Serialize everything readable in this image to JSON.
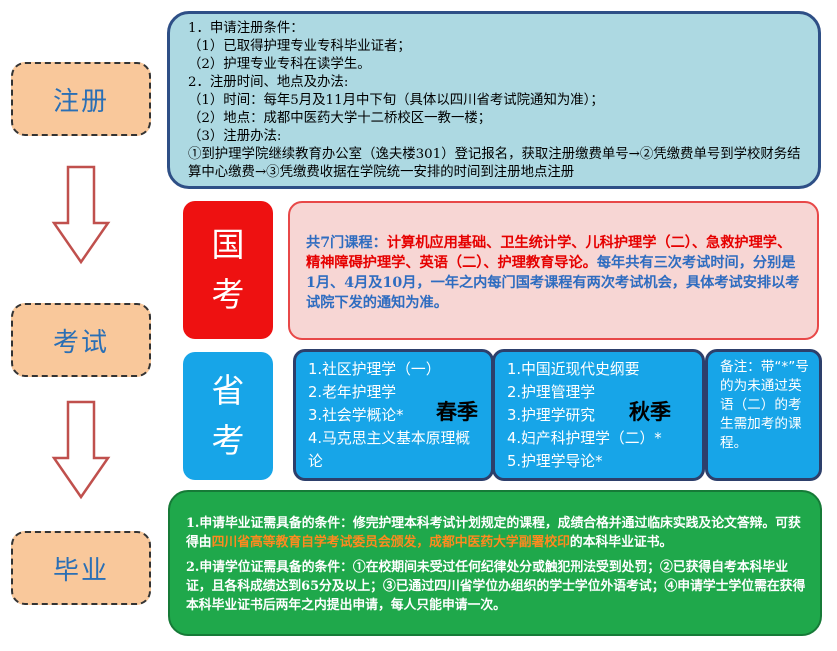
{
  "stages": {
    "registration": "注册",
    "exam": "考试",
    "graduation": "毕业"
  },
  "registration": {
    "lines": [
      "1．申请注册条件：",
      "（1）已取得护理专业专科毕业证者；",
      "（2）护理专业专科在读学生。",
      "2．注册时间、地点及办法:",
      "（1）时间：每年5月及11月中下旬（具体以四川省考试院通知为准）；",
      "（2）地点：成都中医药大学十二桥校区一教一楼；",
      "（3）注册办法:",
      "①到护理学院继续教育办公室（逸夫楼301）登记报名，获取注册缴费单号→②凭缴费单号到学校财务结算中心缴费→③凭缴费收据在学院统一安排的时间到注册地点注册"
    ]
  },
  "national_exam": {
    "tag": [
      "国",
      "考"
    ],
    "intro": "共7门课程：",
    "courses": "计算机应用基础、卫生统计学、儿科护理学（二）、急救护理学、精神障碍护理学、英语（二）、护理教育导论。",
    "schedule": "每年共有三次考试时间，分别是1月、4月及10月，一年之内每门国考课程有两次考试机会，具体考试安排以考试院下发的通知为准。"
  },
  "provincial_exam": {
    "tag": [
      "省",
      "考"
    ],
    "spring": {
      "season": "春季",
      "courses": [
        "1.社区护理学（一）",
        "2.老年护理学",
        "3.社会学概论*",
        "4.马克思主义基本原理概论"
      ]
    },
    "autumn": {
      "season": "秋季",
      "courses": [
        "1.中国近现代史纲要",
        "2.护理管理学",
        "3.护理学研究",
        "4.妇产科护理学（二）*",
        "5.护理学导论*"
      ]
    },
    "note": "备注：带“*”号的为未通过英语（二）的考生需加考的课程。"
  },
  "graduation": {
    "item1_pre": "1.申请毕业证需具备的条件：修完护理本科考试计划规定的课程，成绩合格并通过临床实践及论文答辩。可获得由",
    "item1_issuer": "四川省高等教育自学考试委员会颁发，成都中医药大学副署校印",
    "item1_post": "的本科毕业证书。",
    "item2": "2.申请学位证需具备的条件：①在校期间未受过任何纪律处分或触犯刑法受到处罚；②已获得自考本科毕业证，且各科成绩达到65分及以上；③已通过四川省学位办组织的学士学位外语考试；④申请学士学位需在获得本科毕业证书后两年之内提出申请，每人只能申请一次。"
  },
  "colors": {
    "stage_fill": "#f9c89b",
    "registration_fill": "#add9e2",
    "national_tag": "#ee1111",
    "national_fill": "#f7d6d4",
    "provincial_fill": "#17a5e8",
    "graduation_fill": "#1fa84b",
    "highlight_red": "#e60000",
    "highlight_orange": "#ff8a1f"
  }
}
